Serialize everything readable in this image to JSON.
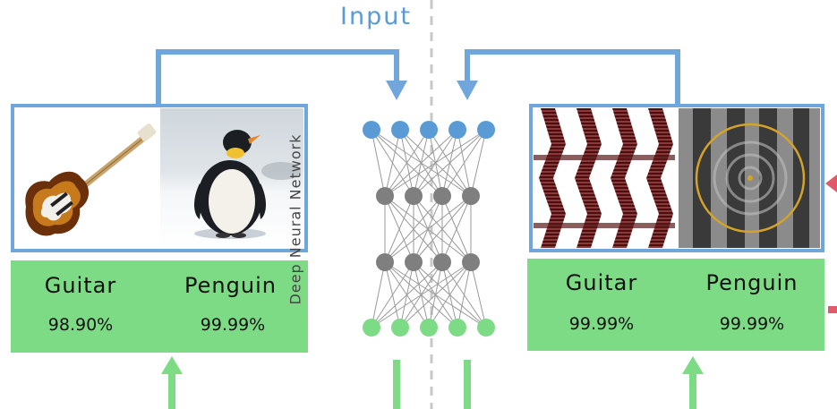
{
  "input_label": "Input",
  "network_label": "Deep Neural Network",
  "left_panel": {
    "image_1": {
      "icon": "guitar-image"
    },
    "image_2": {
      "icon": "penguin-image"
    },
    "class_1": {
      "label": "Guitar",
      "confidence": "98.90%"
    },
    "class_2": {
      "label": "Penguin",
      "confidence": "99.99%"
    }
  },
  "right_panel": {
    "image_1": {
      "icon": "fooling-pattern-image"
    },
    "image_2": {
      "icon": "fooling-pattern-image"
    },
    "class_1": {
      "label": "Guitar",
      "confidence": "99.99%"
    },
    "class_2": {
      "label": "Penguin",
      "confidence": "99.99%"
    }
  },
  "colors": {
    "input_blue": "#5b9bd5",
    "output_green": "#7ddb85",
    "hidden_gray": "#7f7f7f",
    "edge_gray": "#9a9a9a",
    "accent_red": "#e05a6a"
  }
}
